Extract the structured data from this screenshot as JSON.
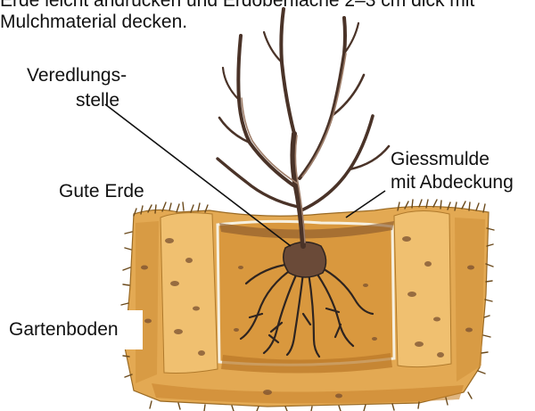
{
  "intro": {
    "line1": "Erde leicht andrücken und Erdoberfläche 2–3 cm dick mit",
    "line2": "Mulchmaterial decken."
  },
  "labels": {
    "veredlung_1": "Veredlungs-",
    "veredlung_2": "stelle",
    "giess_1": "Giessmulde",
    "giess_2": "mit Abdeckung",
    "gute_erde": "Gute Erde",
    "gartenboden": "Gartenboden"
  },
  "colors": {
    "soil_light": "#e8b45e",
    "soil_mid": "#d6953c",
    "soil_dark": "#a8651f",
    "grass": "#7a5a22",
    "pit_shadow": "#c98a3a",
    "branch": "#8a6a58",
    "branch_dark": "#4a3328",
    "root": "#2e2420",
    "root_ball": "#6a4a38"
  }
}
